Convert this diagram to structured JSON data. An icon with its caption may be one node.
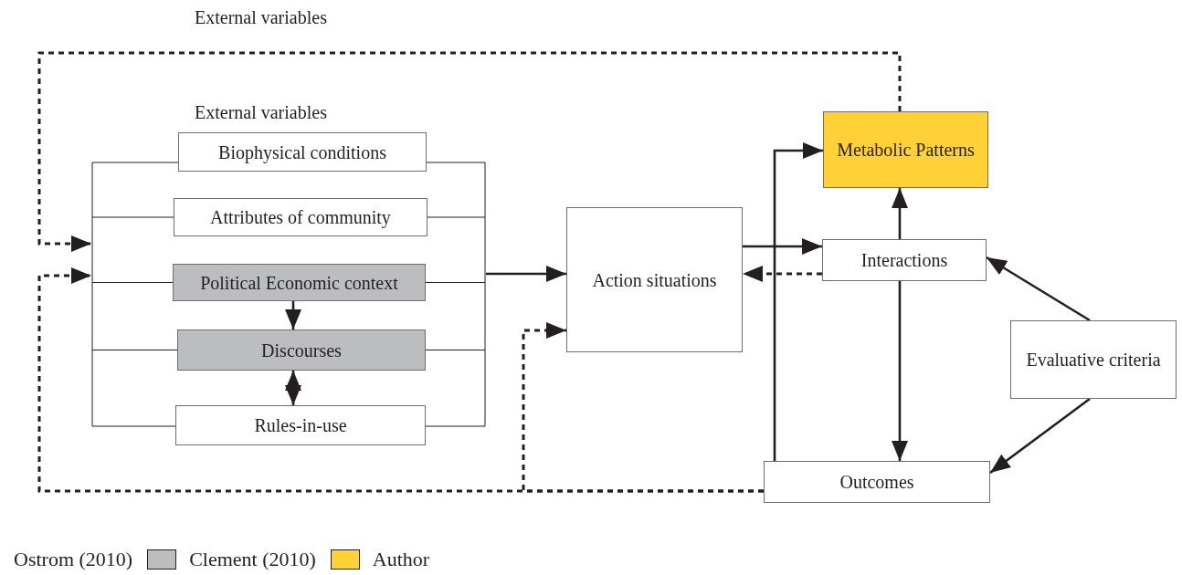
{
  "diagram": {
    "nodes": [
      {
        "text": [
          "External variables"
        ]
      },
      {
        "text": [
          "Biophysical conditions"
        ],
        "in": 0
      },
      {
        "text": [
          "Attributes of community"
        ],
        "in": 0
      },
      {
        "text": [
          "Political Economic context"
        ],
        "in": 0
      },
      {
        "text": [
          "Discourses"
        ],
        "in": 0
      },
      {
        "text": [
          "Rules-in-use"
        ],
        "in": 0
      },
      {
        "text": [
          "Action situations"
        ]
      },
      {
        "text": [
          "Metabolic Patterns"
        ]
      },
      {
        "text": [
          "Interactions"
        ]
      },
      {
        "text": [
          "Evaluative criteria"
        ]
      },
      {
        "text": [
          "Outcomes"
        ]
      }
    ],
    "edges": [
      {
        "from": 7,
        "to": 0,
        "arrow": "to",
        "style": "dashed"
      },
      {
        "from": 10,
        "to": 0,
        "arrow": "to",
        "style": "dashed"
      },
      {
        "from": 10,
        "to": 6,
        "arrow": "to",
        "style": "dashed"
      },
      {
        "from": 0,
        "to": 6,
        "arrow": "to"
      },
      {
        "from": 6,
        "to": 8,
        "arrow": "to"
      },
      {
        "from": 8,
        "to": 6,
        "arrow": "to",
        "style": "dashed"
      },
      {
        "from": 8,
        "to": 7,
        "arrow": "to"
      },
      {
        "from": 8,
        "to": 10,
        "arrow": "to"
      },
      {
        "from": 10,
        "to": 7,
        "arrow": "to"
      },
      {
        "from": 9,
        "to": 8,
        "arrow": "to"
      },
      {
        "from": 9,
        "to": 10,
        "arrow": "to"
      },
      {
        "from": 3,
        "to": 4,
        "arrow": "to"
      },
      {
        "from": 4,
        "to": 5,
        "arrow": "both"
      }
    ],
    "labels": [
      "External variables"
    ],
    "legend": [
      {
        "text": "Ostrom (2010)"
      },
      {
        "text": "Clement (2010)",
        "color": "#bcbdbf"
      },
      {
        "text": "Author",
        "color": "#fed136"
      }
    ]
  }
}
